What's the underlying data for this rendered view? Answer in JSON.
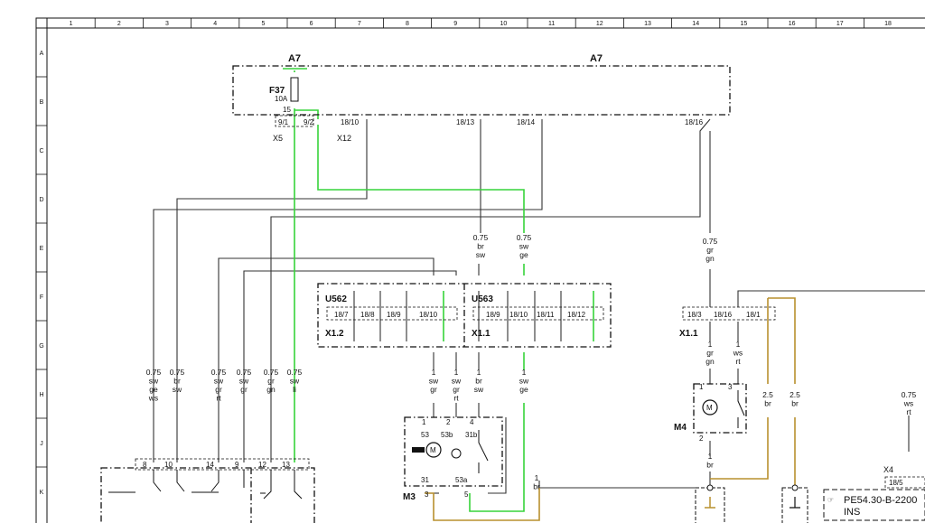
{
  "frame": {
    "cols": [
      "1",
      "2",
      "3",
      "4",
      "5",
      "6",
      "7",
      "8",
      "9",
      "10",
      "11",
      "12",
      "13",
      "14",
      "15",
      "16",
      "17",
      "18"
    ],
    "rows": [
      "A",
      "B",
      "C",
      "D",
      "E",
      "F",
      "G",
      "H",
      "J",
      "K"
    ]
  },
  "components": {
    "a7_left": "A7",
    "a7_right": "A7",
    "f37": "F37",
    "f37_rating": "10A",
    "f37_pin": "15",
    "x5": "X5",
    "x12": "X12",
    "u562": "U562",
    "u563": "U563",
    "x1_2": "X1.2",
    "x1_1_mid": "X1.1",
    "x1_1_right": "X1.1",
    "m3": "M3",
    "m4": "M4",
    "x4": "X4",
    "ref_line1": "PE54.30-B-2200",
    "ref_line2": "INS"
  },
  "pins": {
    "a7": [
      "9/1",
      "9/2",
      "18/10",
      "18/13",
      "18/14",
      "18/16"
    ],
    "u562": [
      "18/7",
      "18/8",
      "18/9",
      "18/10"
    ],
    "u563": [
      "18/9",
      "18/10",
      "18/11",
      "18/12"
    ],
    "x1_1_right": [
      "18/3",
      "18/16",
      "18/1"
    ],
    "switch_bottom": [
      "8",
      "10",
      "14",
      "9",
      "12",
      "13"
    ],
    "m3_top": [
      "1",
      "2",
      "4"
    ],
    "m3_top_names": [
      "53",
      "53b",
      "31b"
    ],
    "m3_bottom": [
      "31",
      "53a",
      "3",
      "5"
    ],
    "m4": [
      "1",
      "3",
      "2"
    ],
    "x4": "18/5"
  },
  "wire_labels": {
    "a": [
      "0.75",
      "br",
      "sw"
    ],
    "b": [
      "0.75",
      "sw",
      "ge"
    ],
    "c": [
      "0.75",
      "gr",
      "gn"
    ],
    "sw1": [
      "0.75",
      "sw",
      "ge",
      "ws"
    ],
    "sw2": [
      "0.75",
      "br",
      "sw"
    ],
    "sw3": [
      "0.75",
      "sw",
      "gr",
      "rt"
    ],
    "sw4": [
      "0.75",
      "sw",
      "gr"
    ],
    "sw5": [
      "0.75",
      "gr",
      "gn"
    ],
    "sw6": [
      "0.75",
      "sw",
      "li"
    ],
    "m3a": [
      "1",
      "sw",
      "gr"
    ],
    "m3b": [
      "1",
      "sw",
      "gr",
      "rt"
    ],
    "m3c": [
      "1",
      "br",
      "sw"
    ],
    "m3d": [
      "1",
      "sw",
      "ge"
    ],
    "m4a": [
      "1",
      "gr",
      "gn"
    ],
    "m4b": [
      "1",
      "ws",
      "rt"
    ],
    "br25a": [
      "2.5",
      "br"
    ],
    "br25b": [
      "2.5",
      "br"
    ],
    "wsrt": [
      "0.75",
      "ws",
      "rt"
    ],
    "m4bot": [
      "1",
      "br"
    ],
    "m3bot": [
      "1",
      "br"
    ]
  },
  "colors": {
    "wire": "#333333",
    "green_wire": "#37d43a",
    "brown_wire": "#b8902e",
    "frame": "#111111"
  }
}
